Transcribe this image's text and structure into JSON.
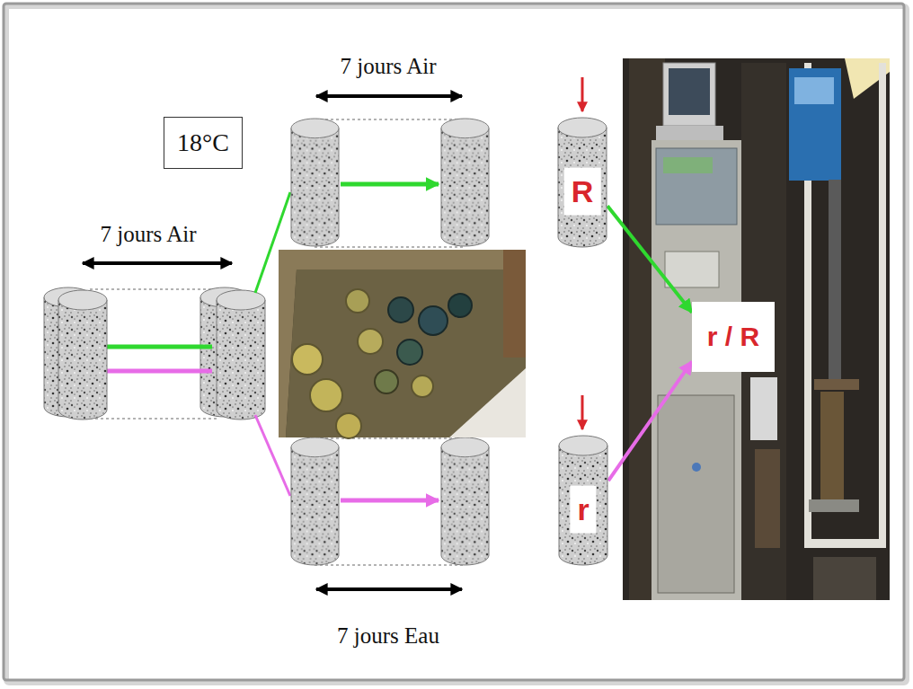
{
  "diagram": {
    "nodes": [
      {
        "text": [
          "18°C"
        ]
      },
      {
        "text": [
          "R"
        ]
      },
      {
        "text": [
          "r"
        ]
      },
      {
        "text": [
          "r / R"
        ]
      }
    ],
    "edges": [
      {
        "from": 1,
        "to": 3,
        "arrow": "to"
      },
      {
        "from": 2,
        "to": 3,
        "arrow": "to"
      }
    ],
    "labels": [
      "7 jours Air",
      "7 jours Air",
      "7 jours Eau"
    ]
  }
}
